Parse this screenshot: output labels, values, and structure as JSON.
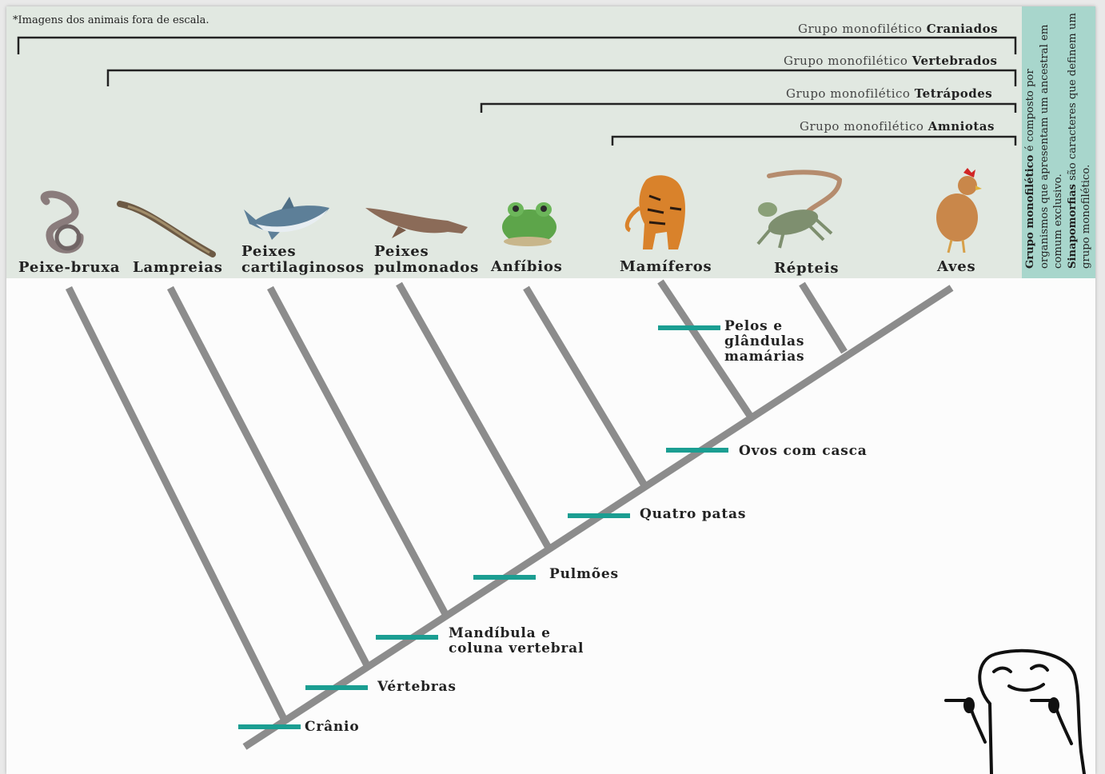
{
  "note": "*Imagens dos animais fora de escala.",
  "groups": [
    {
      "prefix": "Grupo monofilético ",
      "name": "Craniados"
    },
    {
      "prefix": "Grupo monofilético ",
      "name": "Vertebrados"
    },
    {
      "prefix": "Grupo monofilético ",
      "name": "Tetrápodes"
    },
    {
      "prefix": "Grupo monofilético ",
      "name": "Amniotas"
    }
  ],
  "animals": [
    {
      "label": "Peixe-bruxa",
      "icon": "hagfish-icon"
    },
    {
      "label": "Lampreias",
      "icon": "lamprey-icon"
    },
    {
      "label": "Peixes\ncartilaginosos",
      "icon": "shark-icon"
    },
    {
      "label": "Peixes\npulmonados",
      "icon": "lungfish-icon"
    },
    {
      "label": "Anfíbios",
      "icon": "frog-icon"
    },
    {
      "label": "Mamíferos",
      "icon": "tiger-icon"
    },
    {
      "label": "Répteis",
      "icon": "iguana-icon"
    },
    {
      "label": "Aves",
      "icon": "hen-icon"
    }
  ],
  "traits": [
    "Crânio",
    "Vértebras",
    "Mandíbula e\ncoluna vertebral",
    "Pulmões",
    "Quatro patas",
    "Ovos com casca",
    "Pelos e\nglândulas\nmamárias"
  ],
  "side_text": {
    "line1_bold": "Grupo monofilético",
    "line1_rest": " é composto por organismos que apresentam um ancestral em comum exclusivo.",
    "line2_bold": "Sinapomorfias",
    "line2_rest": " são caracteres que definem um grupo monofilético."
  },
  "colors": {
    "top_band": "#e1e8e1",
    "side_band": "#a8d6cc",
    "branch": "#8c8c8c",
    "trait_marker": "#1b9e92"
  },
  "mascot": "flork-meme-icon"
}
